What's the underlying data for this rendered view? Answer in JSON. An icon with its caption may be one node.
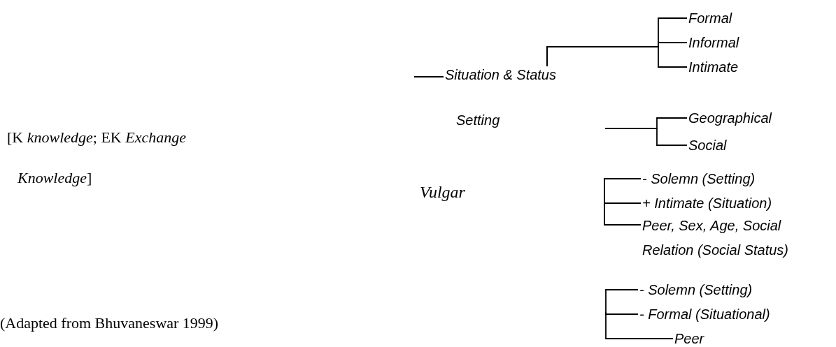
{
  "diagram": {
    "caption": "(Adapted from Bhuvaneswar 1999)",
    "nodes": [
      {
        "text": [
          "Situation & Status"
        ]
      },
      {
        "text": [
          "Formal"
        ]
      },
      {
        "text": [
          "Informal"
        ]
      },
      {
        "text": [
          "Intimate"
        ]
      },
      {
        "text": [
          "Setting"
        ]
      },
      {
        "text": [
          "Geographical"
        ]
      },
      {
        "text": [
          "Social"
        ]
      },
      {
        "text": [
          "Vulgar"
        ]
      },
      {
        "text": [
          "- Solemn (Setting)"
        ]
      },
      {
        "text": [
          "+ Intimate (Situation)"
        ]
      },
      {
        "text": [
          "Peer, Sex, Age, Social Relation (Social Status)"
        ]
      },
      {
        "text": [
          "- Solemn (Setting)"
        ]
      },
      {
        "text": [
          "- Formal (Situational)"
        ]
      },
      {
        "text": [
          "Peer"
        ]
      }
    ],
    "edges": [
      {
        "from": null,
        "to": 0,
        "arrow": "none"
      },
      {
        "from": 0,
        "to": 1,
        "arrow": "none"
      },
      {
        "from": 0,
        "to": 2,
        "arrow": "none"
      },
      {
        "from": 0,
        "to": 3,
        "arrow": "none"
      },
      {
        "from": null,
        "to": 5,
        "arrow": "none"
      },
      {
        "from": null,
        "to": 6,
        "arrow": "none"
      },
      {
        "from": null,
        "to": 8,
        "arrow": "none"
      },
      {
        "from": null,
        "to": 9,
        "arrow": "none"
      },
      {
        "from": null,
        "to": 10,
        "arrow": "none"
      },
      {
        "from": null,
        "to": 11,
        "arrow": "none"
      },
      {
        "from": null,
        "to": 12,
        "arrow": "none"
      },
      {
        "from": null,
        "to": 13,
        "arrow": "none"
      }
    ],
    "labels": [
      "[K *knowledge*; EK *Exchange Knowledge*]"
    ]
  }
}
